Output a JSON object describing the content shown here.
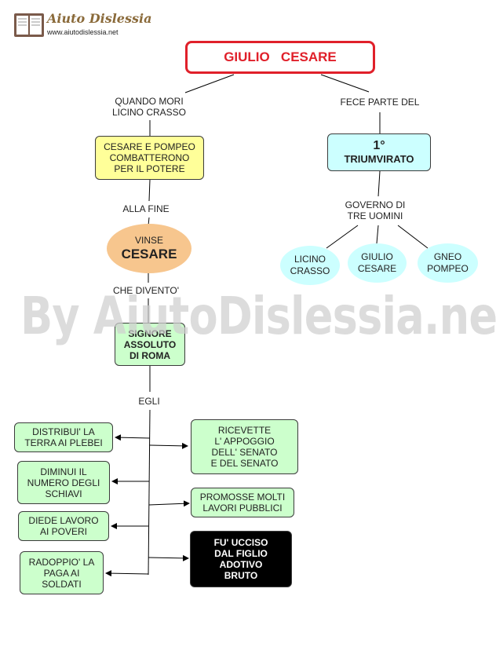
{
  "logo": {
    "title": "Aiuto Dislessia",
    "url": "www.aiutodislessia.net"
  },
  "watermark": "By AiutoDislessia.net",
  "title": "GIULIO   CESARE",
  "left_branch": {
    "link1": "QUANDO   MORI\nLICINO  CRASSO",
    "box1": "CESARE  E  POMPEO\nCOMBATTERONO\nPER  IL  POTERE",
    "link2": "ALLA  FINE",
    "winner_small": "VINSE",
    "winner_big": "CESARE",
    "link3": "CHE  DIVENTO'",
    "box2": "SIGNORE\nASSOLUTO\nDI ROMA",
    "link4": "EGLI"
  },
  "right_branch": {
    "link1": "FECE  PARTE  DEL",
    "box_big": "1°",
    "box_small": "TRIUMVIRATO",
    "link2": "GOVERNO  DI\nTRE  UOMINI",
    "members": [
      "LICINO\nCRASSO",
      "GIULIO\nCESARE",
      "GNEO\nPOMPEO"
    ]
  },
  "actions_left": [
    "DISTRIBUI' LA\nTERRA  AI PLEBEI",
    "DIMINUI  IL\nNUMERO  DEGLI\nSCHIAVI",
    "DIEDE  LAVORO\nAI POVERI",
    "RADOPPIO'  LA\nPAGA  AI\nSOLDATI"
  ],
  "actions_right": [
    "RICEVETTE\nL'  APPOGGIO\nDELL'  SENATO\nE  DEL  SENATO",
    "PROMOSSE  MOLTI\nLAVORI  PUBBLICI",
    "FU'  UCCISO\nDAL  FIGLIO\nADOTIVO\nBRUTO"
  ],
  "colors": {
    "title_border": "#e0202a",
    "title_text": "#e0202a",
    "yellow_box": "#ffff99",
    "cyan_box": "#ccffff",
    "green_box": "#ccffcc",
    "orange_ellipse": "#f7c68e",
    "black_box": "#000000"
  }
}
